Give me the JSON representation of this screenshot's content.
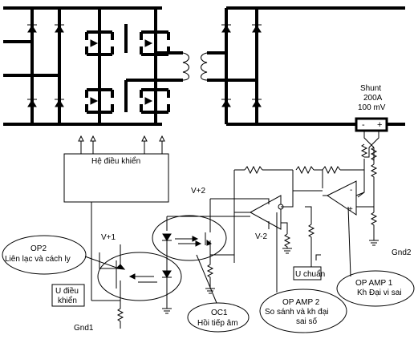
{
  "shunt": {
    "label_line1": "Shunt",
    "label_line2": "200A",
    "label_line3": "100 mV",
    "minus_sign": "-",
    "plus_sign": "+"
  },
  "controller": {
    "label": "Hệ điều khiển"
  },
  "supplies": {
    "vplus2": "V+2",
    "vminus2": "V-2",
    "vplus1": "V+1"
  },
  "grounds": {
    "gnd1": "Gnd1",
    "gnd2": "Gnd2"
  },
  "boxes": {
    "u_dieu_khien_line1": "U điều",
    "u_dieu_khien_line2": "khiển",
    "u_chuan": "U chuẩn"
  },
  "callouts": {
    "op2_title": "OP2",
    "op2_desc": "Liên lạc và cách ly",
    "oc1_title": "OC1",
    "oc1_desc": "Hồi tiếp âm",
    "opamp2_title": "OP AMP 2",
    "opamp2_desc_line1": "So sánh và kh đại",
    "opamp2_desc_line2": "sai số",
    "opamp1_title": "OP AMP 1",
    "opamp1_desc": "Kh Đại vi sai"
  },
  "opamp_signs": {
    "minus": "-",
    "plus": "+"
  }
}
